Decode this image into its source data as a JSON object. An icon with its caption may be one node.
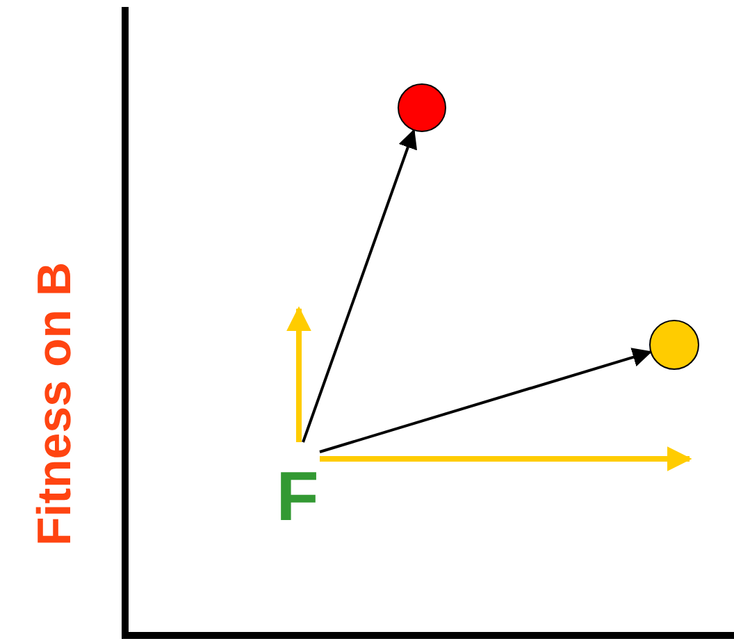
{
  "diagram": {
    "nodes": [
      {
        "text": [
          "F"
        ]
      },
      {
        "text": [],
        "shape": "circle"
      },
      {
        "text": [],
        "shape": "circle"
      }
    ],
    "edges": [
      {
        "from": 0,
        "to": 1,
        "arrow": "to"
      },
      {
        "from": 0,
        "to": 2,
        "arrow": "to"
      },
      {
        "from": 0,
        "to": null,
        "arrow": "to",
        "style": "thick",
        "color": "#ffcc00"
      },
      {
        "from": 0,
        "to": null,
        "arrow": "to",
        "style": "thick",
        "color": "#ffcc00"
      }
    ],
    "labels": [
      "Fitness on B"
    ]
  }
}
